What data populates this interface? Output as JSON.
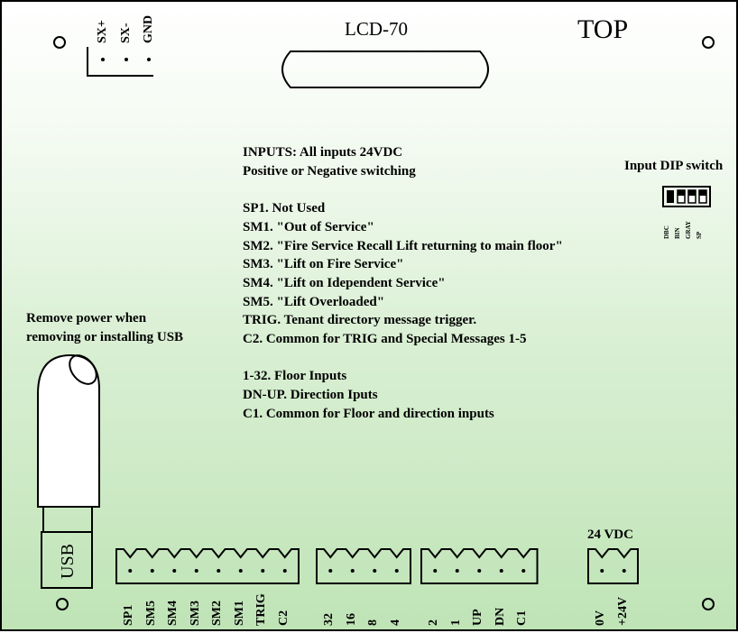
{
  "board": {
    "title": "LCD-70",
    "orientation": "TOP",
    "serial_terminals": [
      "SX+",
      "SX-",
      "GND"
    ],
    "inputs_text": [
      "INPUTS: All inputs 24VDC",
      "Positive or Negative switching",
      "",
      "SP1. Not Used",
      "SM1. \"Out of Service\"",
      "SM2. \"Fire Service Recall Lift returning to main floor\"",
      "SM3. \"Lift on Fire Service\"",
      "SM4. \"Lift on Idependent Service\"",
      "SM5. \"Lift Overloaded\"",
      "TRIG. Tenant directory message trigger.",
      "C2. Common for TRIG and Special Messages 1-5",
      "",
      "1-32. Floor Inputs",
      "DN-UP. Direction Iputs",
      "C1. Common for Floor and direction inputs"
    ],
    "dip_title": "Input DIP switch",
    "dip_labels": [
      "DBC",
      "BIN",
      "GRAY",
      "SP"
    ],
    "usb_note": [
      "Remove power when",
      "removing or installing USB"
    ],
    "usb_label": "USB",
    "power_label": "24 VDC",
    "connector1_labels": [
      "SP1",
      "SM5",
      "SM4",
      "SM3",
      "SM2",
      "SM1",
      "TRIG",
      "C2"
    ],
    "connector2_labels": [
      "32",
      "16",
      "8",
      "4"
    ],
    "connector3_labels": [
      "2",
      "1",
      "UP",
      "DN",
      "C1"
    ],
    "connector4_labels": [
      "0V",
      "+24V"
    ]
  }
}
